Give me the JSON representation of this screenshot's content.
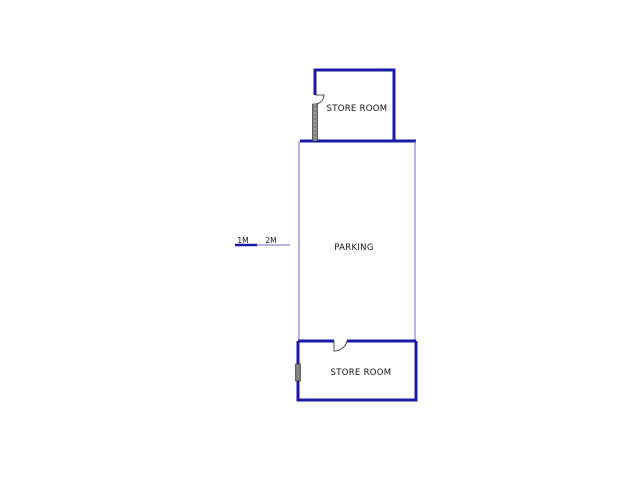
{
  "plan": {
    "rooms": {
      "store_room_top": "STORE ROOM",
      "parking": "PARKING",
      "store_room_bottom": "STORE ROOM"
    },
    "scale_bar": {
      "label_1": "1M",
      "label_2": "2M"
    },
    "colors": {
      "wall": "#1a1aa6",
      "thin_wall": "#6b6bd0",
      "door": "#222222",
      "window_fill": "#808080",
      "scale_bar": "#1a1aa6",
      "scale_bar_light": "#9a9ad8"
    }
  }
}
